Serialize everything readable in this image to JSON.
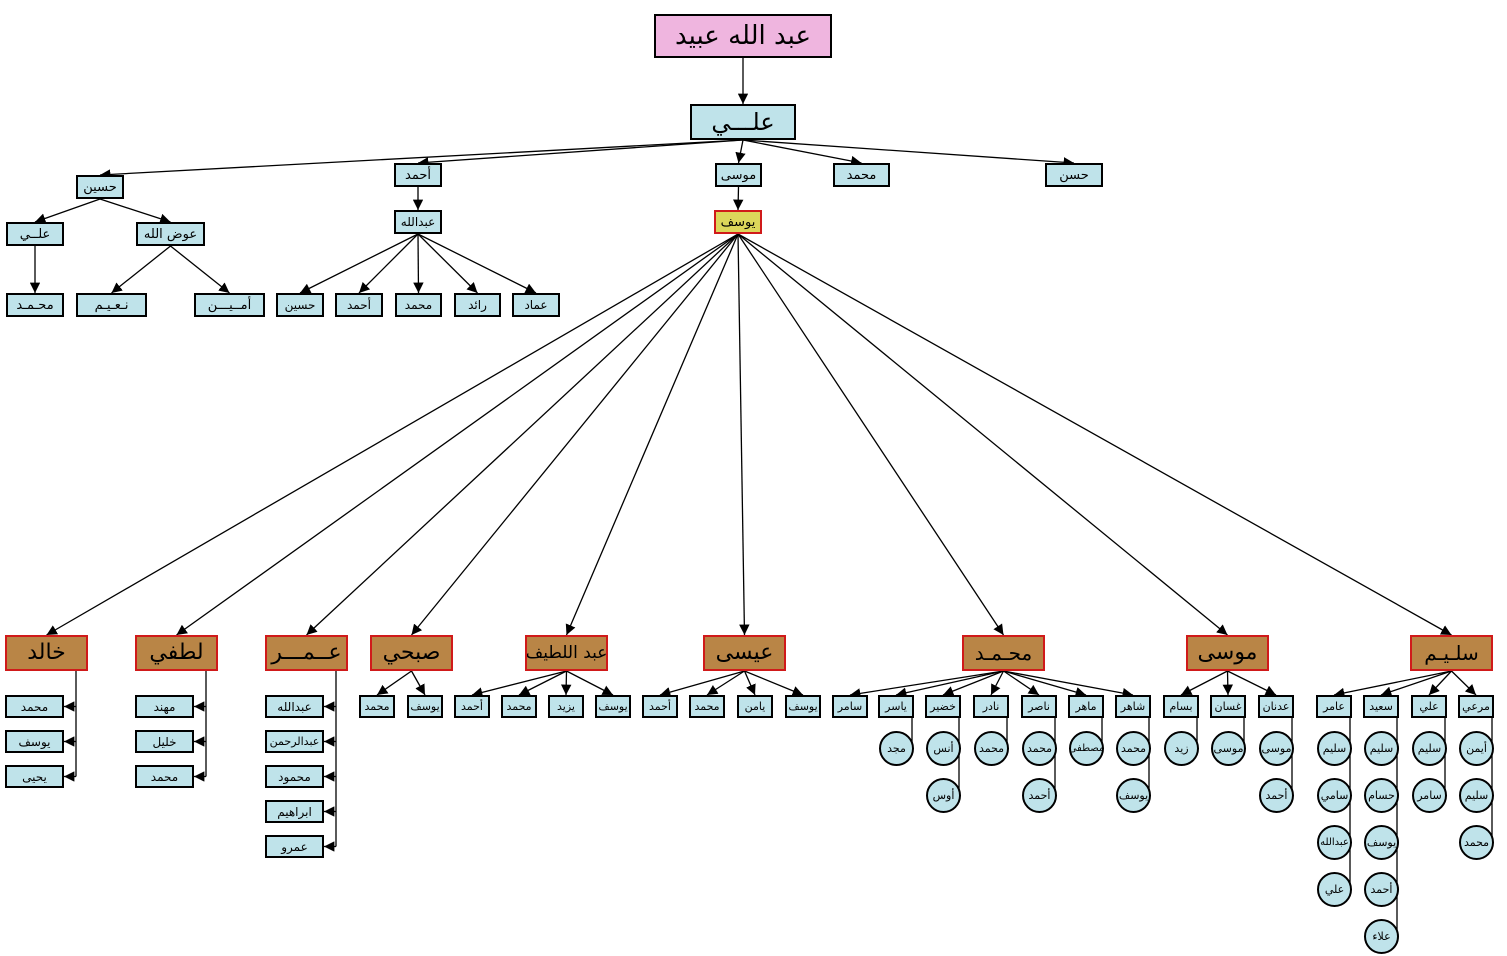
{
  "diagram": {
    "nodes": [
      {
        "id": "root",
        "label": "عبد الله عبيد",
        "style": "pink"
      },
      {
        "id": "ali",
        "label": "علـــي",
        "style": "blue"
      },
      {
        "id": "husain",
        "label": "حسين",
        "style": "blue"
      },
      {
        "id": "ahmad",
        "label": "أحمد",
        "style": "blue"
      },
      {
        "id": "musa",
        "label": "موسى",
        "style": "blue"
      },
      {
        "id": "muhammad_a",
        "label": "محمد",
        "style": "blue"
      },
      {
        "id": "hasan",
        "label": "حسن",
        "style": "blue"
      },
      {
        "id": "ali2",
        "label": "علــي",
        "style": "blue"
      },
      {
        "id": "awad",
        "label": "عوض الله",
        "style": "blue"
      },
      {
        "id": "muhammad_ali2",
        "label": "محـمـد",
        "style": "blue"
      },
      {
        "id": "naeem",
        "label": "نـعـيـم",
        "style": "blue"
      },
      {
        "id": "ameen",
        "label": "أمــيـــن",
        "style": "blue"
      },
      {
        "id": "abdullah",
        "label": "عبدالله",
        "style": "blue"
      },
      {
        "id": "husain2",
        "label": "حسين",
        "style": "blue"
      },
      {
        "id": "ahmad2",
        "label": "أحمد",
        "style": "blue"
      },
      {
        "id": "muhammad2",
        "label": "محمد",
        "style": "blue"
      },
      {
        "id": "raed",
        "label": "رائد",
        "style": "blue"
      },
      {
        "id": "emad",
        "label": "عماد",
        "style": "blue"
      },
      {
        "id": "yusuf",
        "label": "يوسف",
        "style": "yellow"
      },
      {
        "id": "khaled",
        "label": "خالد",
        "style": "gold"
      },
      {
        "id": "lutfi",
        "label": "لطفي",
        "style": "gold"
      },
      {
        "id": "omar",
        "label": "عــمـــر",
        "style": "gold"
      },
      {
        "id": "subhi",
        "label": "صبحي",
        "style": "gold"
      },
      {
        "id": "abdullatif",
        "label": "عبد اللطيف",
        "style": "gold"
      },
      {
        "id": "isa",
        "label": "عيسى",
        "style": "gold"
      },
      {
        "id": "muhammad_y",
        "label": "محـمـد",
        "style": "gold"
      },
      {
        "id": "musa_y",
        "label": "موسى",
        "style": "gold"
      },
      {
        "id": "saleem",
        "label": "سلـيـم",
        "style": "gold"
      },
      {
        "id": "kh1",
        "label": "محمد",
        "style": "blue"
      },
      {
        "id": "kh2",
        "label": "يوسف",
        "style": "blue"
      },
      {
        "id": "kh3",
        "label": "يحيى",
        "style": "blue"
      },
      {
        "id": "lu1",
        "label": "مهند",
        "style": "blue"
      },
      {
        "id": "lu2",
        "label": "خليل",
        "style": "blue"
      },
      {
        "id": "lu3",
        "label": "محمد",
        "style": "blue"
      },
      {
        "id": "om1",
        "label": "عبدالله",
        "style": "blue"
      },
      {
        "id": "om2",
        "label": "عبدالرحمن",
        "style": "blue"
      },
      {
        "id": "om3",
        "label": "محمود",
        "style": "blue"
      },
      {
        "id": "om4",
        "label": "ابراهيم",
        "style": "blue"
      },
      {
        "id": "om5",
        "label": "عمرو",
        "style": "blue"
      },
      {
        "id": "su1",
        "label": "محمد",
        "style": "blue"
      },
      {
        "id": "su2",
        "label": "يوسف",
        "style": "blue"
      },
      {
        "id": "al1",
        "label": "أحمد",
        "style": "blue"
      },
      {
        "id": "al2",
        "label": "محمد",
        "style": "blue"
      },
      {
        "id": "al3",
        "label": "يزيد",
        "style": "blue"
      },
      {
        "id": "al4",
        "label": "يوسف",
        "style": "blue"
      },
      {
        "id": "is1",
        "label": "أحمد",
        "style": "blue"
      },
      {
        "id": "is2",
        "label": "محمد",
        "style": "blue"
      },
      {
        "id": "is3",
        "label": "يامن",
        "style": "blue"
      },
      {
        "id": "is4",
        "label": "يوسف",
        "style": "blue"
      },
      {
        "id": "mu1",
        "label": "سامر",
        "style": "blue"
      },
      {
        "id": "mu2",
        "label": "ياسر",
        "style": "blue"
      },
      {
        "id": "mu3",
        "label": "خضير",
        "style": "blue"
      },
      {
        "id": "mu4",
        "label": "نادر",
        "style": "blue"
      },
      {
        "id": "mu5",
        "label": "ناصر",
        "style": "blue"
      },
      {
        "id": "mu6",
        "label": "ماهر",
        "style": "blue"
      },
      {
        "id": "mu7",
        "label": "شاهر",
        "style": "blue"
      },
      {
        "id": "mu2a",
        "label": "مجد",
        "style": "circle"
      },
      {
        "id": "mu3a",
        "label": "أنس",
        "style": "circle"
      },
      {
        "id": "mu3b",
        "label": "أوس",
        "style": "circle"
      },
      {
        "id": "mu4a",
        "label": "محمد",
        "style": "circle"
      },
      {
        "id": "mu5a",
        "label": "محمد",
        "style": "circle"
      },
      {
        "id": "mu5b",
        "label": "أحمد",
        "style": "circle"
      },
      {
        "id": "mu6a",
        "label": "مصطفى",
        "style": "circle"
      },
      {
        "id": "mu7a",
        "label": "محمد",
        "style": "circle"
      },
      {
        "id": "mu7b",
        "label": "يوسف",
        "style": "circle"
      },
      {
        "id": "ms1",
        "label": "بسام",
        "style": "blue"
      },
      {
        "id": "ms2",
        "label": "غسان",
        "style": "blue"
      },
      {
        "id": "ms3",
        "label": "عدنان",
        "style": "blue"
      },
      {
        "id": "ms1a",
        "label": "زيد",
        "style": "circle"
      },
      {
        "id": "ms2a",
        "label": "موسى",
        "style": "circle"
      },
      {
        "id": "ms3a",
        "label": "موسى",
        "style": "circle"
      },
      {
        "id": "ms3b",
        "label": "أحمد",
        "style": "circle"
      },
      {
        "id": "sa1",
        "label": "عامر",
        "style": "blue"
      },
      {
        "id": "sa2",
        "label": "سعيد",
        "style": "blue"
      },
      {
        "id": "sa3",
        "label": "علي",
        "style": "blue"
      },
      {
        "id": "sa4",
        "label": "مرعي",
        "style": "blue"
      },
      {
        "id": "sa1a",
        "label": "سليم",
        "style": "circle"
      },
      {
        "id": "sa1b",
        "label": "سامي",
        "style": "circle"
      },
      {
        "id": "sa1c",
        "label": "عبدالله",
        "style": "circle"
      },
      {
        "id": "sa1d",
        "label": "علي",
        "style": "circle"
      },
      {
        "id": "sa2a",
        "label": "سليم",
        "style": "circle"
      },
      {
        "id": "sa2b",
        "label": "حسام",
        "style": "circle"
      },
      {
        "id": "sa2c",
        "label": "يوسف",
        "style": "circle"
      },
      {
        "id": "sa2d",
        "label": "أحمد",
        "style": "circle"
      },
      {
        "id": "sa2e",
        "label": "علاء",
        "style": "circle"
      },
      {
        "id": "sa3a",
        "label": "سليم",
        "style": "circle"
      },
      {
        "id": "sa3b",
        "label": "سامر",
        "style": "circle"
      },
      {
        "id": "sa4a",
        "label": "أيمن",
        "style": "circle"
      },
      {
        "id": "sa4b",
        "label": "سليم",
        "style": "circle"
      },
      {
        "id": "sa4c",
        "label": "محمد",
        "style": "circle"
      }
    ],
    "edges": [
      [
        "root",
        "ali"
      ],
      [
        "ali",
        "husain"
      ],
      [
        "ali",
        "ahmad"
      ],
      [
        "ali",
        "musa"
      ],
      [
        "ali",
        "muhammad_a"
      ],
      [
        "ali",
        "hasan"
      ],
      [
        "husain",
        "ali2"
      ],
      [
        "husain",
        "awad"
      ],
      [
        "ali2",
        "muhammad_ali2"
      ],
      [
        "awad",
        "naeem"
      ],
      [
        "awad",
        "ameen"
      ],
      [
        "ahmad",
        "abdullah"
      ],
      [
        "abdullah",
        "husain2"
      ],
      [
        "abdullah",
        "ahmad2"
      ],
      [
        "abdullah",
        "muhammad2"
      ],
      [
        "abdullah",
        "raed"
      ],
      [
        "abdullah",
        "emad"
      ],
      [
        "musa",
        "yusuf"
      ],
      [
        "yusuf",
        "khaled"
      ],
      [
        "yusuf",
        "lutfi"
      ],
      [
        "yusuf",
        "omar"
      ],
      [
        "yusuf",
        "subhi"
      ],
      [
        "yusuf",
        "abdullatif"
      ],
      [
        "yusuf",
        "isa"
      ],
      [
        "yusuf",
        "muhammad_y"
      ],
      [
        "yusuf",
        "musa_y"
      ],
      [
        "yusuf",
        "saleem"
      ],
      [
        "subhi",
        "su1"
      ],
      [
        "subhi",
        "su2"
      ],
      [
        "abdullatif",
        "al1"
      ],
      [
        "abdullatif",
        "al2"
      ],
      [
        "abdullatif",
        "al3"
      ],
      [
        "abdullatif",
        "al4"
      ],
      [
        "isa",
        "is1"
      ],
      [
        "isa",
        "is2"
      ],
      [
        "isa",
        "is3"
      ],
      [
        "isa",
        "is4"
      ],
      [
        "muhammad_y",
        "mu1"
      ],
      [
        "muhammad_y",
        "mu2"
      ],
      [
        "muhammad_y",
        "mu3"
      ],
      [
        "muhammad_y",
        "mu4"
      ],
      [
        "muhammad_y",
        "mu5"
      ],
      [
        "muhammad_y",
        "mu6"
      ],
      [
        "muhammad_y",
        "mu7"
      ],
      [
        "musa_y",
        "ms1"
      ],
      [
        "musa_y",
        "ms2"
      ],
      [
        "musa_y",
        "ms3"
      ],
      [
        "saleem",
        "sa1"
      ],
      [
        "saleem",
        "sa2"
      ],
      [
        "saleem",
        "sa3"
      ],
      [
        "saleem",
        "sa4"
      ]
    ],
    "lists": [
      {
        "parent": "khaled",
        "items": [
          "kh1",
          "kh2",
          "kh3"
        ]
      },
      {
        "parent": "lutfi",
        "items": [
          "lu1",
          "lu2",
          "lu3"
        ]
      },
      {
        "parent": "omar",
        "items": [
          "om1",
          "om2",
          "om3",
          "om4",
          "om5"
        ]
      },
      {
        "parent": "mu2",
        "items": [
          "mu2a"
        ]
      },
      {
        "parent": "mu3",
        "items": [
          "mu3a",
          "mu3b"
        ]
      },
      {
        "parent": "mu4",
        "items": [
          "mu4a"
        ]
      },
      {
        "parent": "mu5",
        "items": [
          "mu5a",
          "mu5b"
        ]
      },
      {
        "parent": "mu6",
        "items": [
          "mu6a"
        ]
      },
      {
        "parent": "mu7",
        "items": [
          "mu7a",
          "mu7b"
        ]
      },
      {
        "parent": "ms1",
        "items": [
          "ms1a"
        ]
      },
      {
        "parent": "ms2",
        "items": [
          "ms2a"
        ]
      },
      {
        "parent": "ms3",
        "items": [
          "ms3a",
          "ms3b"
        ]
      },
      {
        "parent": "sa1",
        "items": [
          "sa1a",
          "sa1b",
          "sa1c",
          "sa1d"
        ]
      },
      {
        "parent": "sa2",
        "items": [
          "sa2a",
          "sa2b",
          "sa2c",
          "sa2d",
          "sa2e"
        ]
      },
      {
        "parent": "sa3",
        "items": [
          "sa3a",
          "sa3b"
        ]
      },
      {
        "parent": "sa4",
        "items": [
          "sa4a",
          "sa4b",
          "sa4c"
        ]
      }
    ]
  }
}
